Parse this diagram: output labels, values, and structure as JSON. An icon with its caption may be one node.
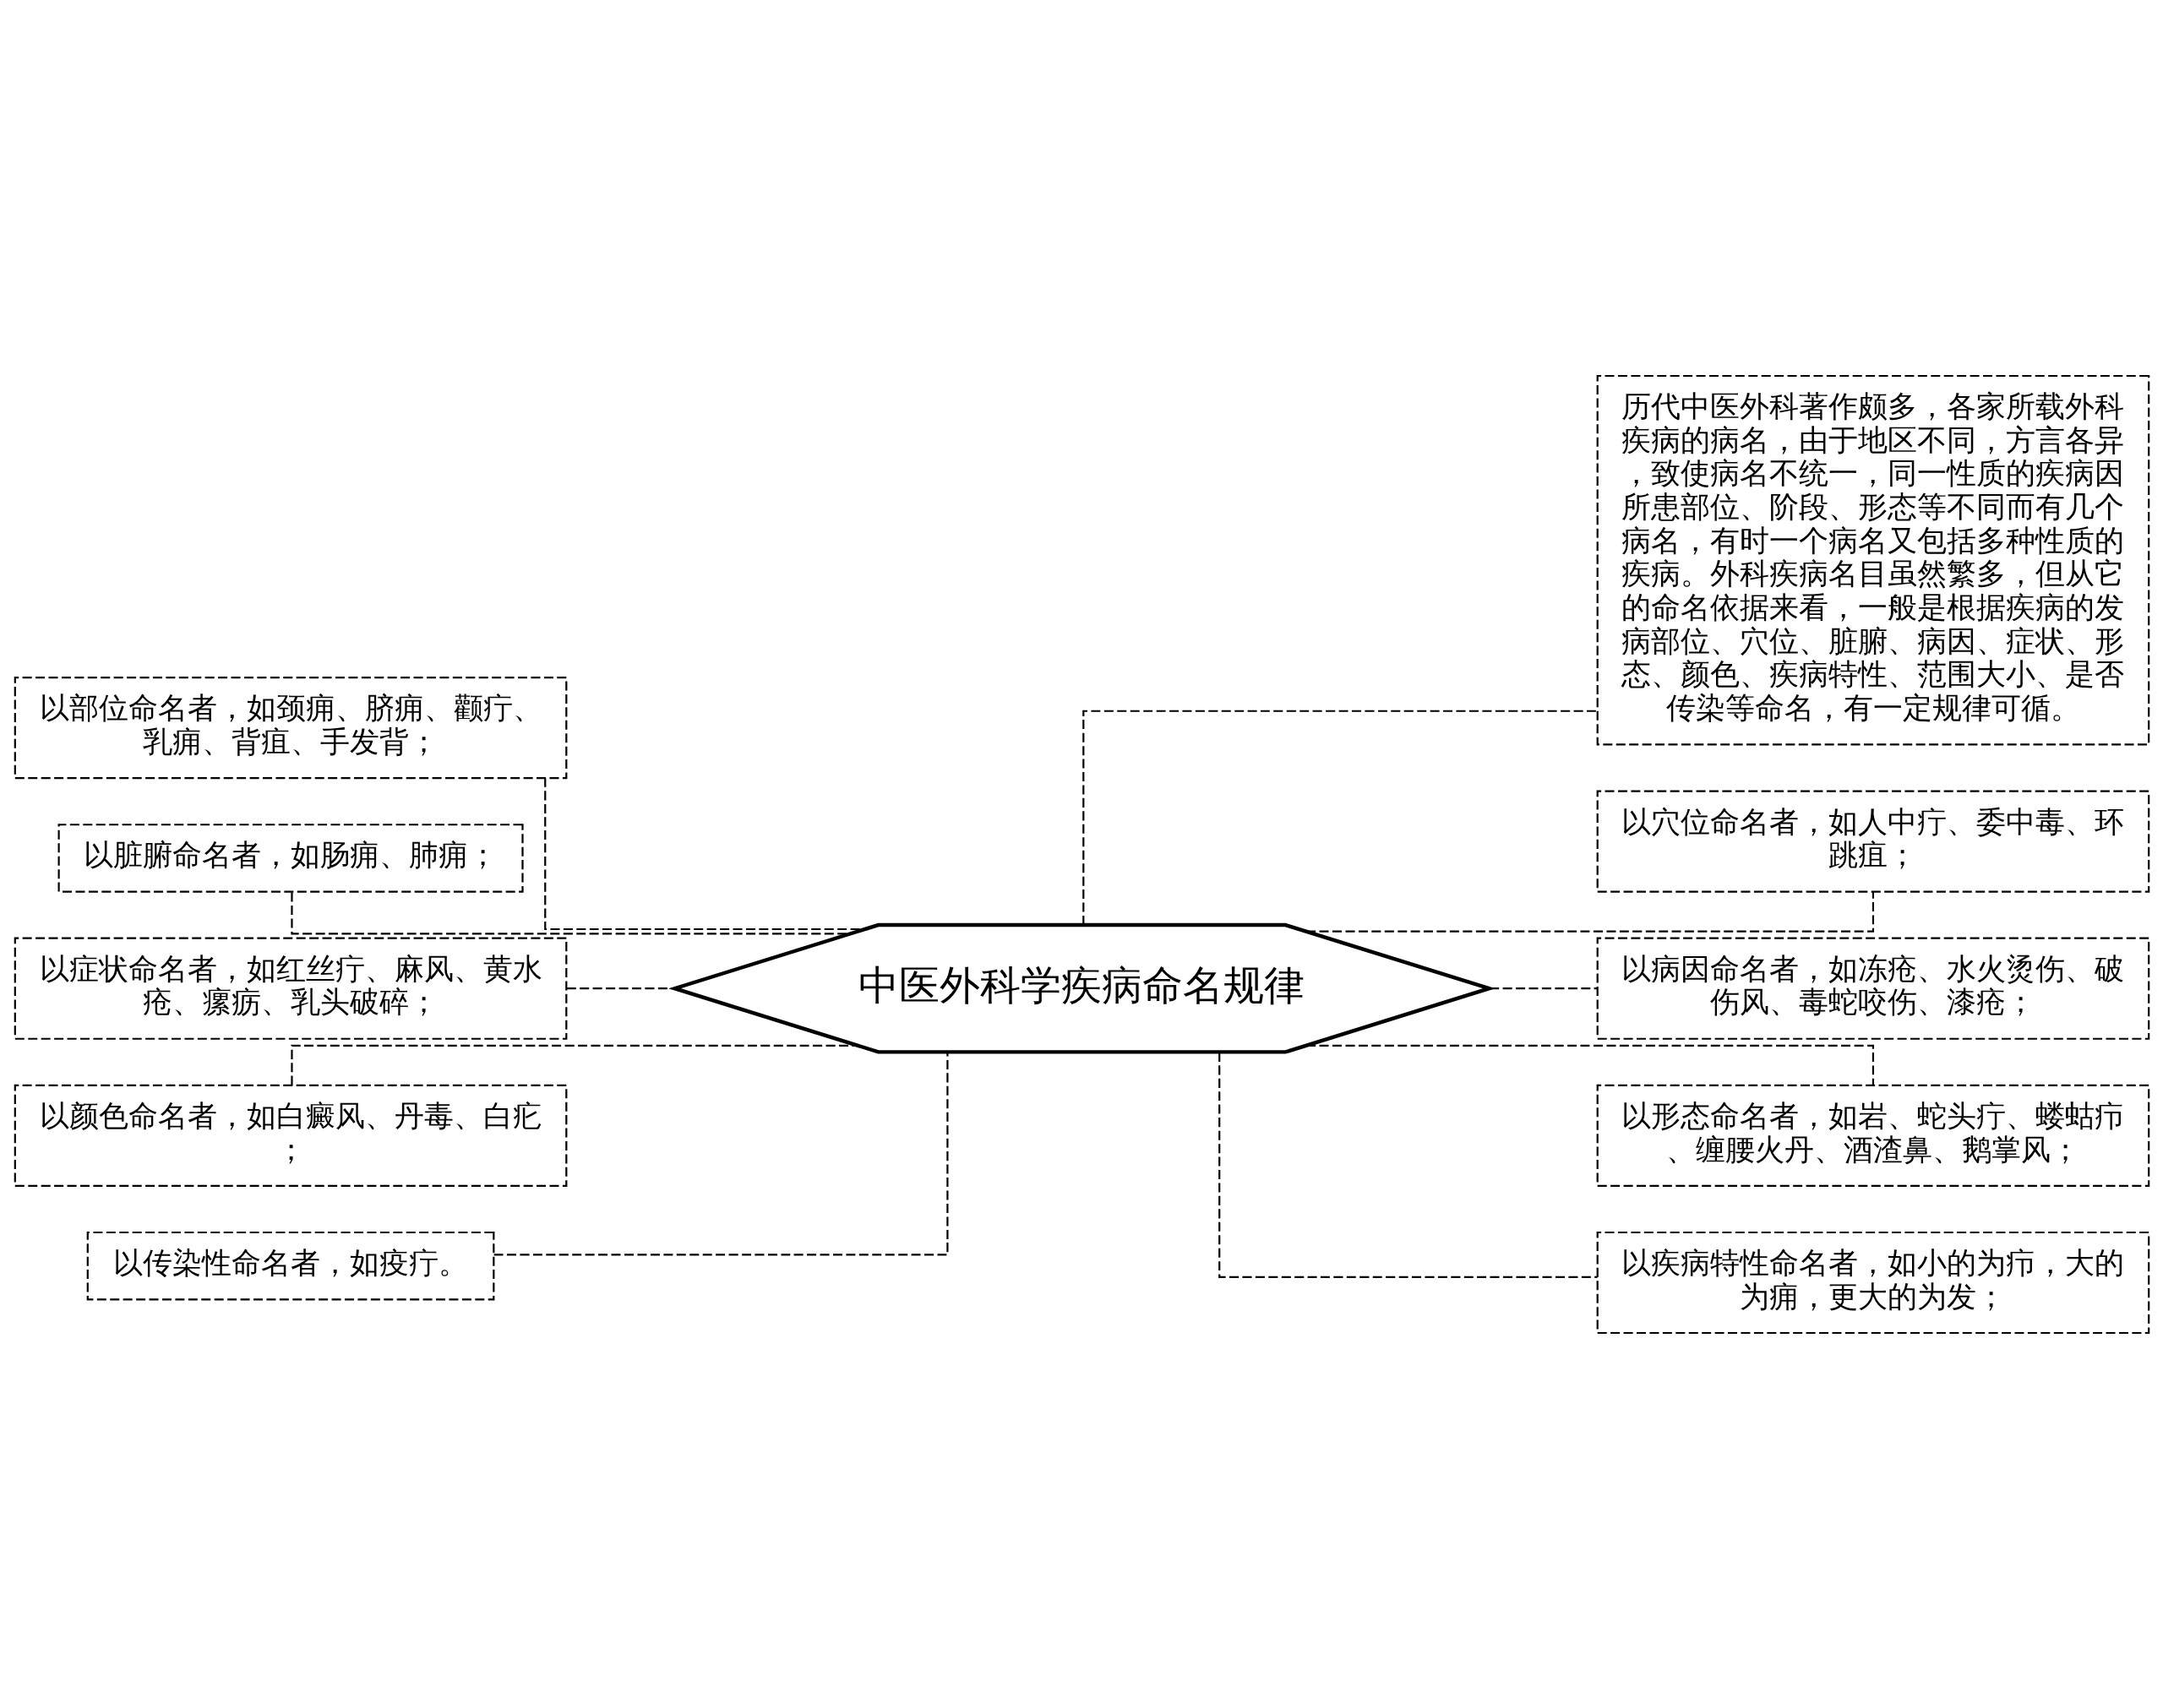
{
  "diagram": {
    "nodes": [
      {
        "text": [
          "中医外科学疾病命名规律"
        ]
      },
      {
        "text": [
          "以部位命名者，如颈痈、脐痈、颧疔、乳痈、背疽、手发背；"
        ]
      },
      {
        "text": [
          "以脏腑命名者，如肠痈、肺痈；"
        ]
      },
      {
        "text": [
          "以症状命名者，如红丝疔、麻风、黄水疮、瘰疬、乳头破碎；"
        ]
      },
      {
        "text": [
          "以颜色命名者，如白癜风、丹毒、白疕；"
        ]
      },
      {
        "text": [
          "以传染性命名者，如疫疔。"
        ]
      },
      {
        "text": [
          "历代中医外科著作颇多，各家所载外科疾病的病名，由于地区不同，方言各异，致使病名不统一，同一性质的疾病因所患部位、阶段、形态等不同而有几个病名，有时一个病名又包括多种性质的疾病。外科疾病名目虽然繁多，但从它的命名依据来看，一般是根据疾病的发病部位、穴位、脏腑、病因、症状、形态、颜色、疾病特性、范围大小、是否传染等命名，有一定规律可循。"
        ]
      },
      {
        "text": [
          "以穴位命名者，如人中疔、委中毒、环跳疽；"
        ]
      },
      {
        "text": [
          "以病因命名者，如冻疮、水火烫伤、破伤风、毒蛇咬伤、漆疮；"
        ]
      },
      {
        "text": [
          "以形态命名者，如岩、蛇头疔、蝼蛄疖、缠腰火丹、酒渣鼻、鹅掌风；"
        ]
      },
      {
        "text": [
          "以疾病特性命名者，如小的为疖，大的为痈，更大的为发；"
        ]
      }
    ],
    "edges": [
      {
        "from": 0,
        "to": 1,
        "arrow": "none",
        "style": "dashed"
      },
      {
        "from": 0,
        "to": 2,
        "arrow": "none",
        "style": "dashed"
      },
      {
        "from": 0,
        "to": 3,
        "arrow": "none",
        "style": "dashed"
      },
      {
        "from": 0,
        "to": 4,
        "arrow": "none",
        "style": "dashed"
      },
      {
        "from": 0,
        "to": 5,
        "arrow": "none",
        "style": "dashed"
      },
      {
        "from": 0,
        "to": 6,
        "arrow": "none",
        "style": "dashed"
      },
      {
        "from": 0,
        "to": 7,
        "arrow": "none",
        "style": "dashed"
      },
      {
        "from": 0,
        "to": 8,
        "arrow": "none",
        "style": "dashed"
      },
      {
        "from": 0,
        "to": 9,
        "arrow": "none",
        "style": "dashed"
      },
      {
        "from": 0,
        "to": 10,
        "arrow": "none",
        "style": "dashed"
      }
    ]
  }
}
